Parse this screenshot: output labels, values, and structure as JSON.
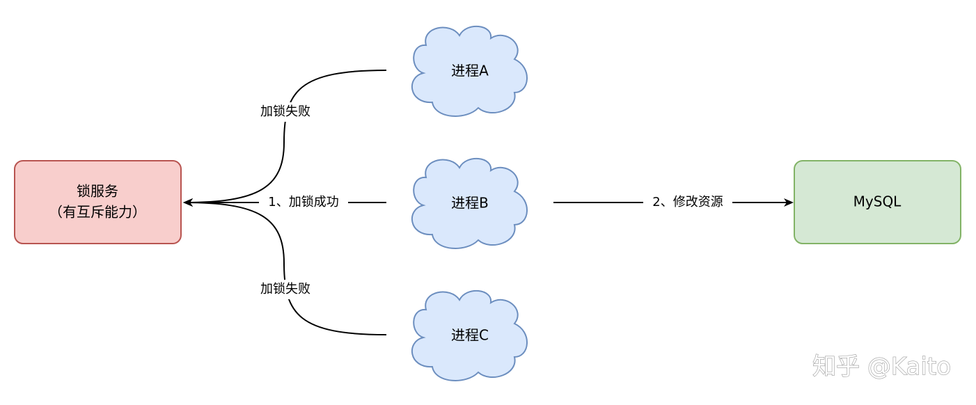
{
  "nodes": {
    "lock_service": {
      "line1": "锁服务",
      "line2": "（有互斥能力）",
      "fill": "#f8cecc",
      "stroke": "#b85450"
    },
    "process_a": {
      "label": "进程A",
      "fill": "#dae8fc",
      "stroke": "#6c8ebf"
    },
    "process_b": {
      "label": "进程B",
      "fill": "#dae8fc",
      "stroke": "#6c8ebf"
    },
    "process_c": {
      "label": "进程C",
      "fill": "#dae8fc",
      "stroke": "#6c8ebf"
    },
    "mysql": {
      "label": "MySQL",
      "fill": "#d5e8d4",
      "stroke": "#82b366"
    }
  },
  "edges": {
    "a_to_lock": "加锁失败",
    "b_to_lock": "1、加锁成功",
    "c_to_lock": "加锁失败",
    "b_to_mysql": "2、修改资源"
  },
  "watermark": "知乎 @Kaito"
}
